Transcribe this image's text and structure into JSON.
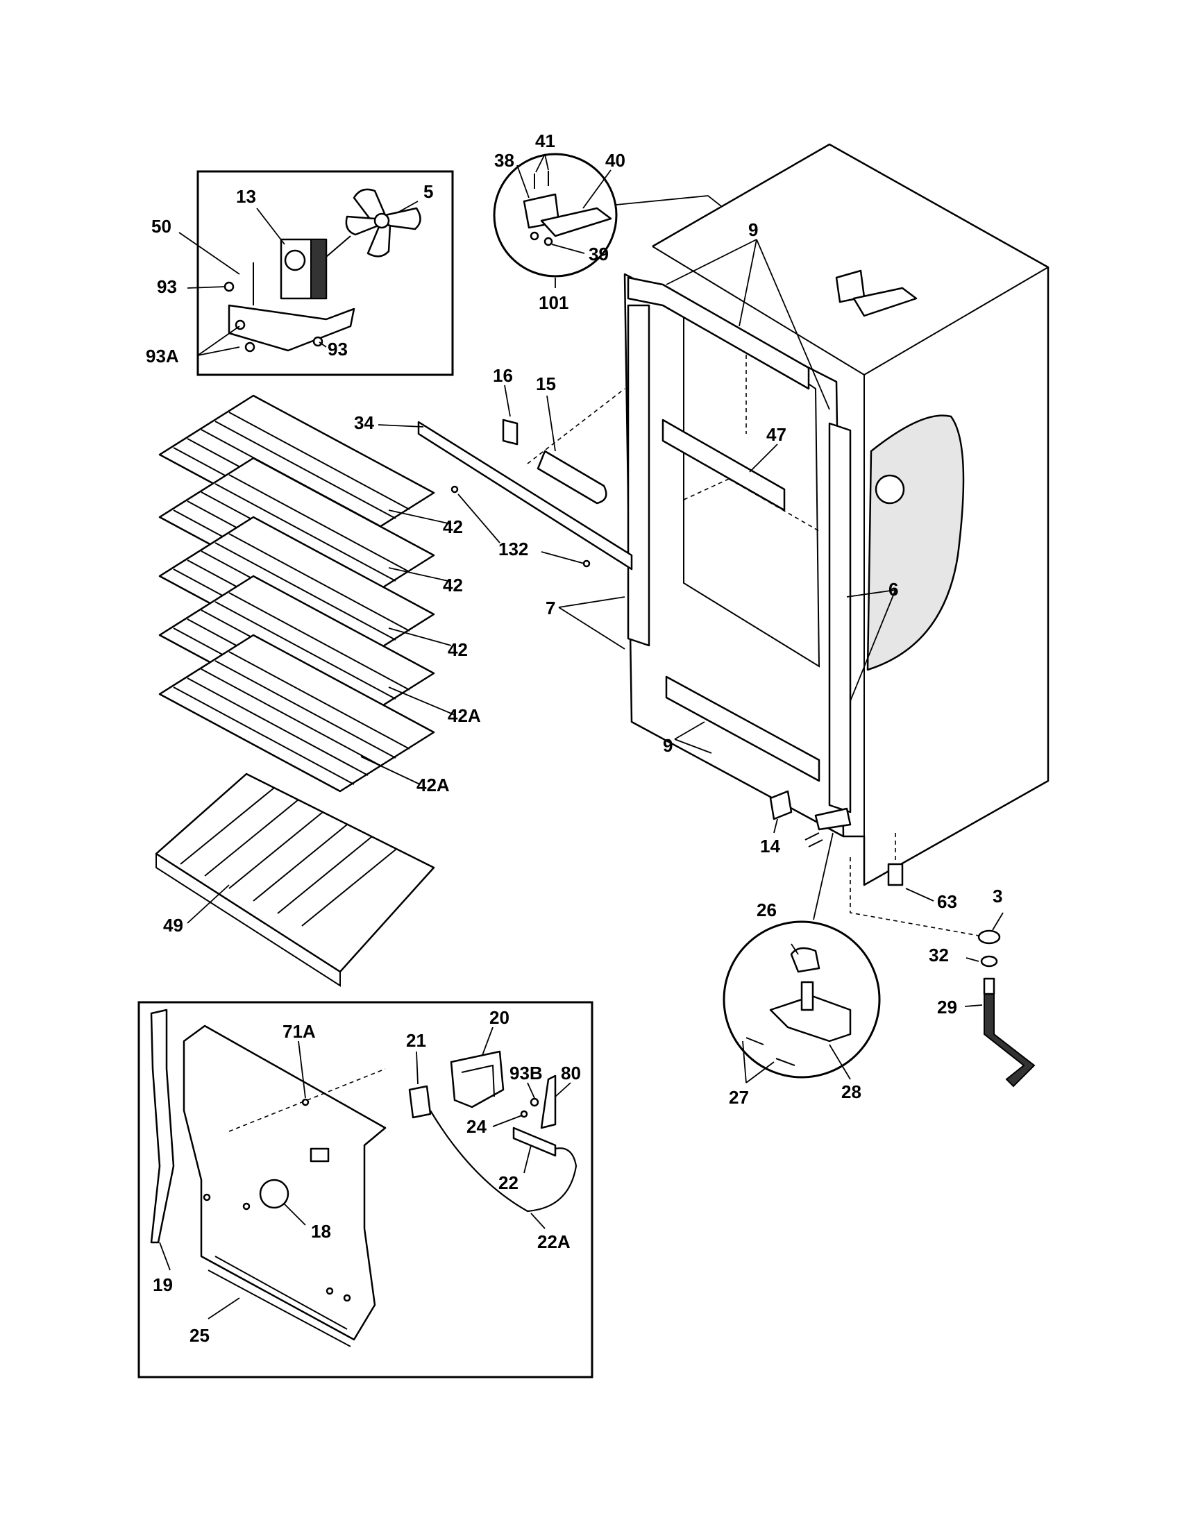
{
  "labels": {
    "l5": "5",
    "l13": "13",
    "l50": "50",
    "l93a": "93",
    "l93b": "93",
    "l93A": "93A",
    "l41": "41",
    "l38": "38",
    "l40": "40",
    "l39": "39",
    "l101": "101",
    "l16": "16",
    "l15": "15",
    "l34": "34",
    "l132": "132",
    "l9a": "9",
    "l9b": "9",
    "l47": "47",
    "l6": "6",
    "l7": "7",
    "l42a": "42",
    "l42b": "42",
    "l42c": "42",
    "l42Aa": "42A",
    "l42Ab": "42A",
    "l49": "49",
    "l14": "14",
    "l63": "63",
    "l3": "3",
    "l32": "32",
    "l29": "29",
    "l26": "26",
    "l27": "27",
    "l28": "28",
    "l71A": "71A",
    "l21": "21",
    "l20": "20",
    "l93B": "93B",
    "l80": "80",
    "l24": "24",
    "l22": "22",
    "l22A": "22A",
    "l18": "18",
    "l19": "19",
    "l25": "25"
  }
}
